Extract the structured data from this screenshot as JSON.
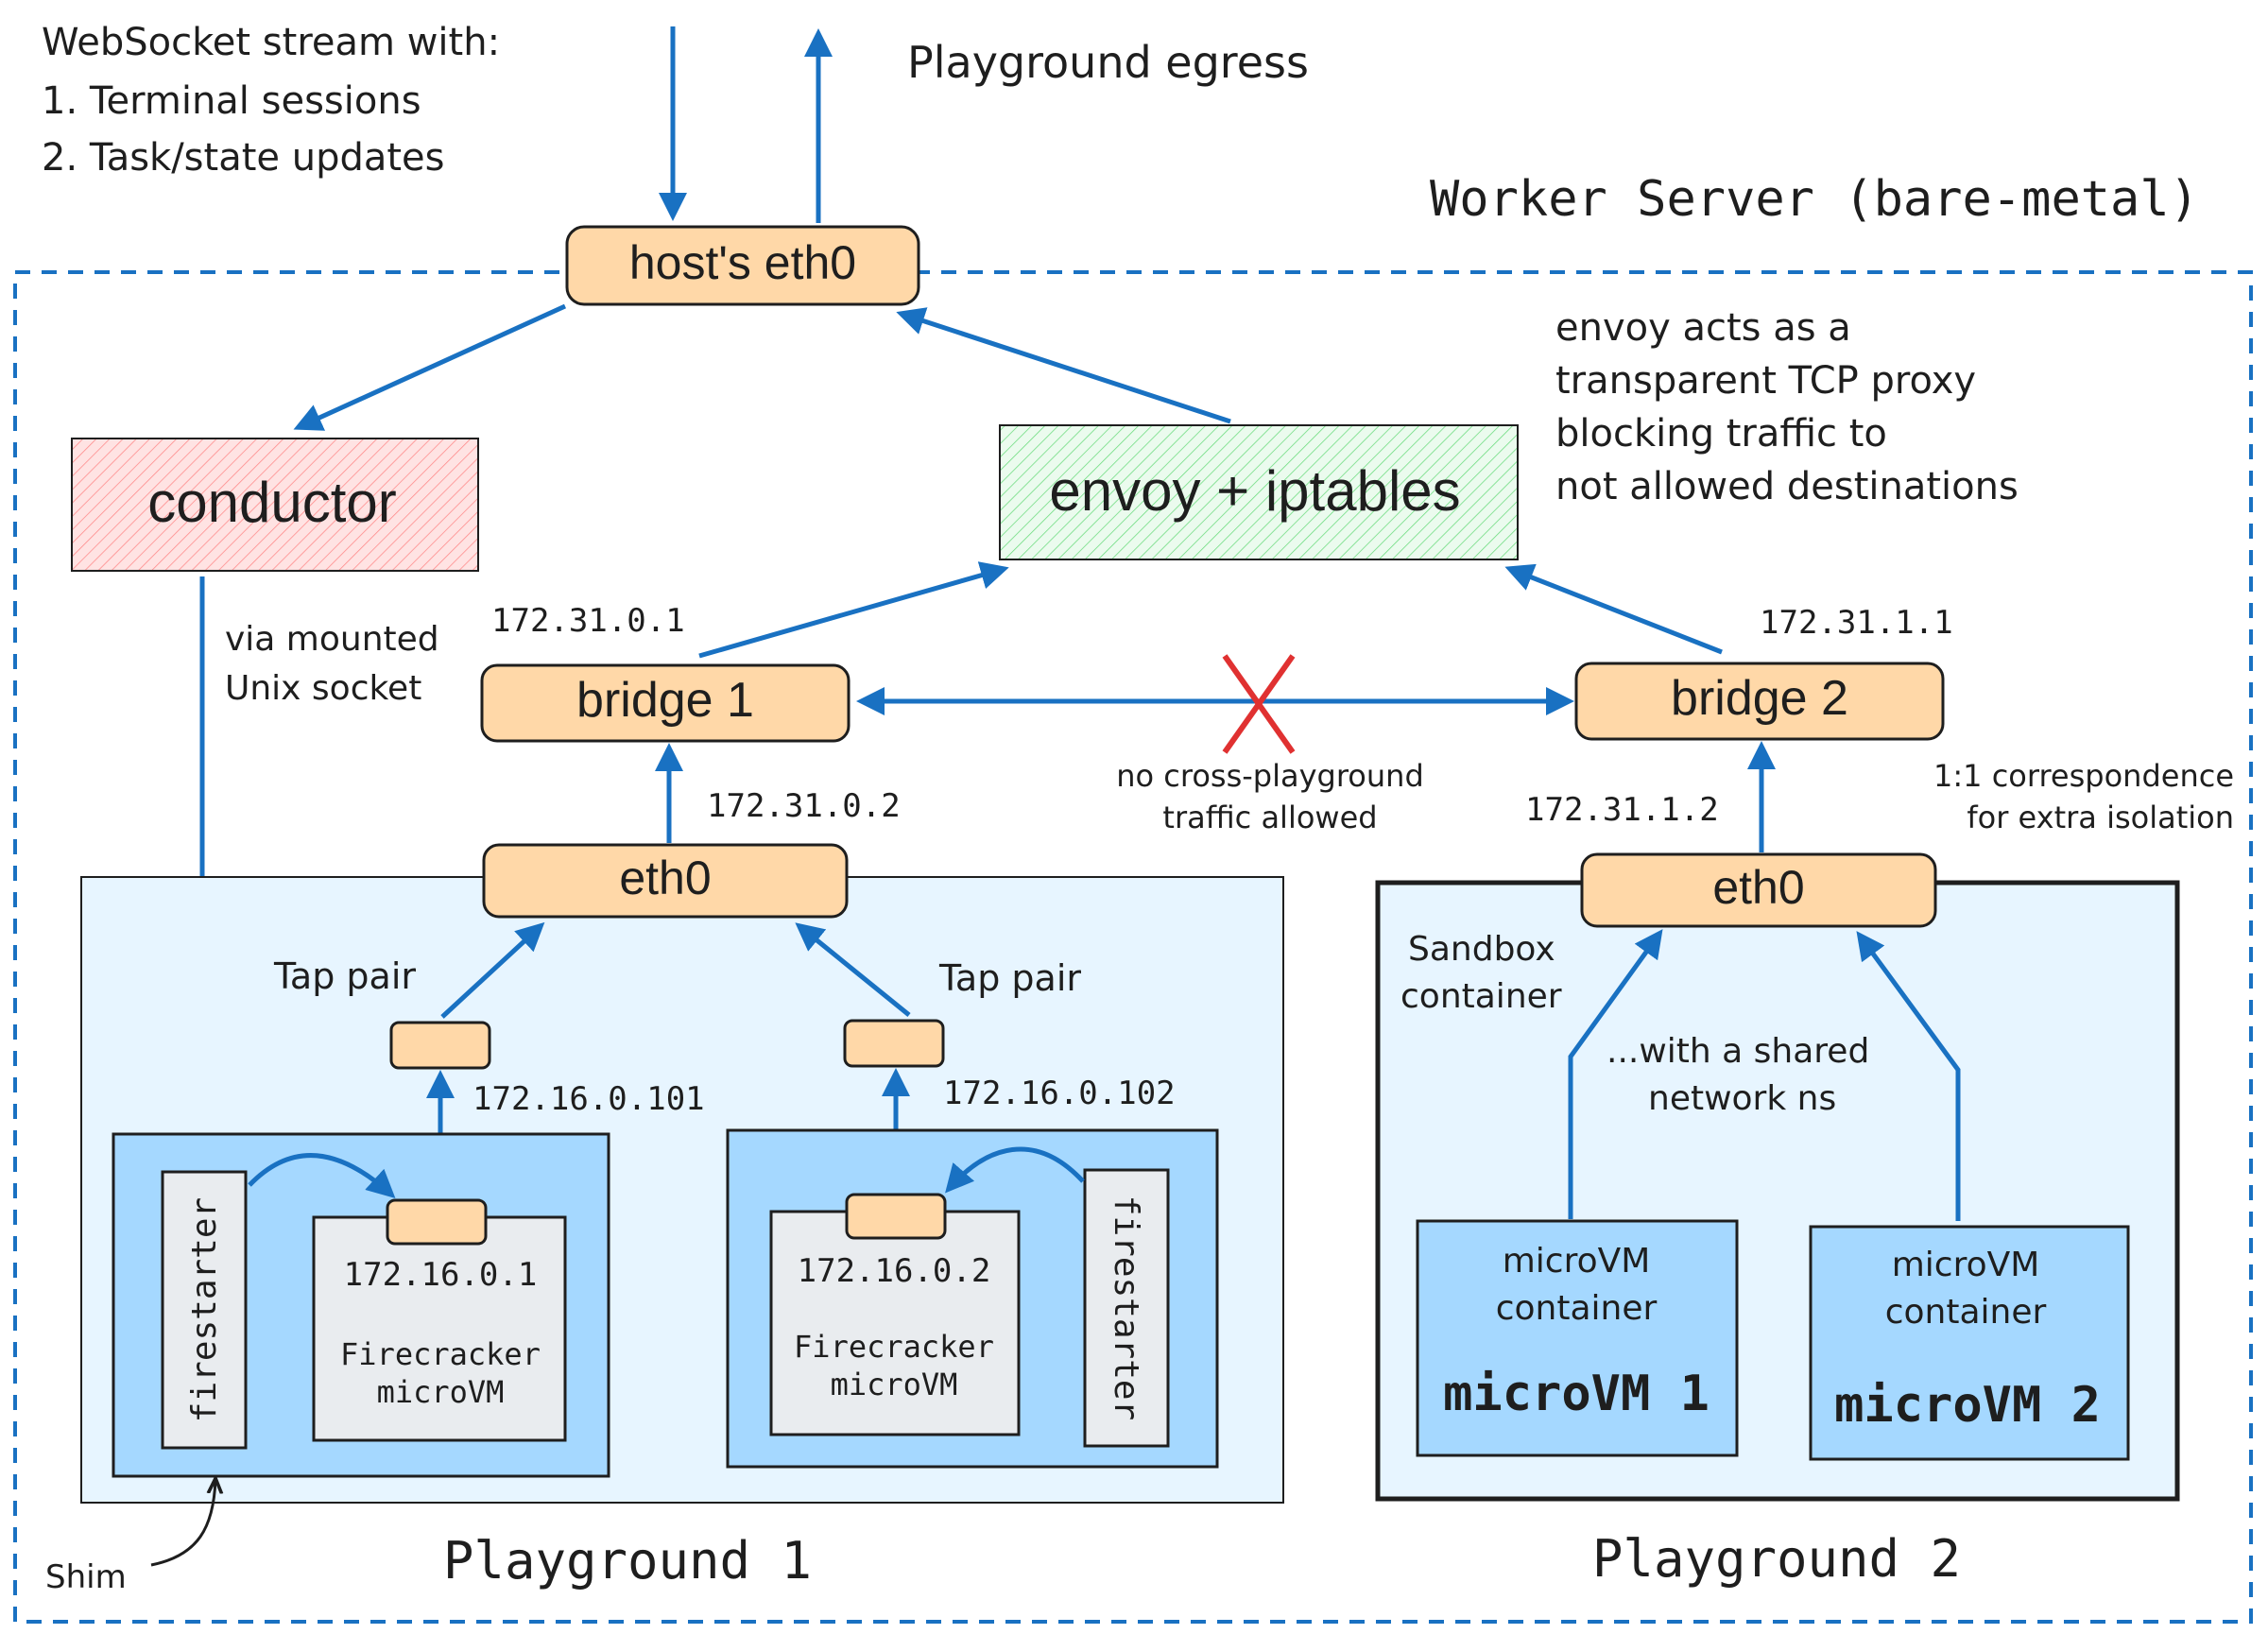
{
  "top_note": {
    "line1": "WebSocket stream with:",
    "line2": "1. Terminal sessions",
    "line3": "2. Task/state updates"
  },
  "egress_label": "Playground egress",
  "server_title": "Worker Server (bare-metal)",
  "host_eth0": "host's eth0",
  "conductor": "conductor",
  "envoy": "envoy + iptables",
  "envoy_note": {
    "line1": "envoy acts as a",
    "line2": "transparent TCP proxy",
    "line3": "blocking traffic to",
    "line4": "not allowed destinations"
  },
  "socket_note": {
    "line1": "via mounted",
    "line2": "Unix socket"
  },
  "bridge1": {
    "label": "bridge 1",
    "ip": "172.31.0.1"
  },
  "bridge2": {
    "label": "bridge 2",
    "ip": "172.31.1.1"
  },
  "cross_note": {
    "line1": "no cross-playground",
    "line2": "traffic allowed"
  },
  "pg1": {
    "title": "Playground 1",
    "eth0": "eth0",
    "eth0_ip": "172.31.0.2",
    "tap_left": {
      "label": "Tap pair",
      "ip": "172.16.0.101"
    },
    "tap_right": {
      "label": "Tap pair",
      "ip": "172.16.0.102"
    },
    "vm_left": {
      "ip": "172.16.0.1",
      "line1": "Firecracker",
      "line2": "microVM"
    },
    "vm_right": {
      "ip": "172.16.0.2",
      "line1": "Firecracker",
      "line2": "microVM"
    },
    "firestarter_left": "firestarter",
    "firestarter_right": "firestarter",
    "shim": "Shim"
  },
  "pg2": {
    "title": "Playground 2",
    "eth0": "eth0",
    "eth0_ip": "172.31.1.2",
    "correspondence": {
      "line1": "1:1 correspondence",
      "line2": "for extra isolation"
    },
    "sandbox": {
      "line1": "Sandbox",
      "line2": "container"
    },
    "shared": {
      "line1": "...with a shared",
      "line2": "network ns"
    },
    "container1": {
      "line1": "microVM",
      "line2": "container",
      "name": "microVM 1"
    },
    "container2": {
      "line1": "microVM",
      "line2": "container",
      "name": "microVM 2"
    }
  },
  "colors": {
    "arrow": "#1971c2",
    "orange_box": "#ffd8a8",
    "conductor_fill": "#ffc9c9",
    "envoy_fill": "#b2f2bb",
    "playground_frame": "#e7f5ff",
    "vm_area": "#a5d8ff",
    "vm_box": "#e9ecef",
    "cross": "#e03131"
  }
}
